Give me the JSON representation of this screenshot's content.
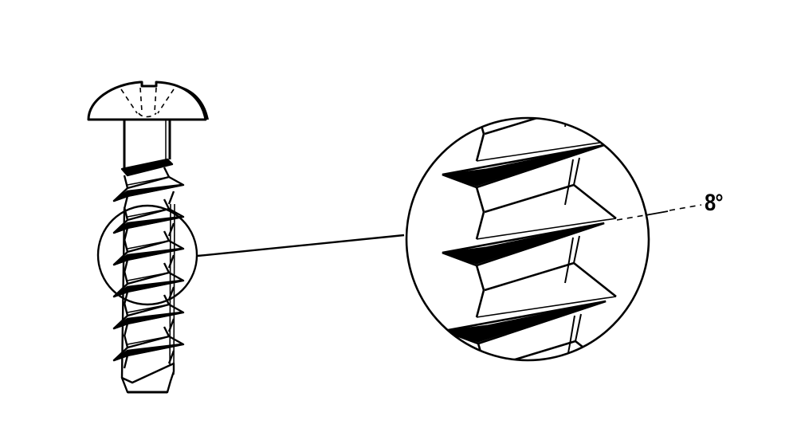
{
  "diagram": {
    "subject": "pan-head self-tapping screw with thread detail magnification",
    "angle_label": "8°",
    "stroke_color": "#000000",
    "background_color": "#ffffff",
    "parts": {
      "screw": "screw-side-view",
      "detail_marker": "small-circle-on-thread",
      "leader_line": "connector-line",
      "magnified_view": "large-detail-circle",
      "angle_indicator": "dashed-angle-line"
    }
  }
}
